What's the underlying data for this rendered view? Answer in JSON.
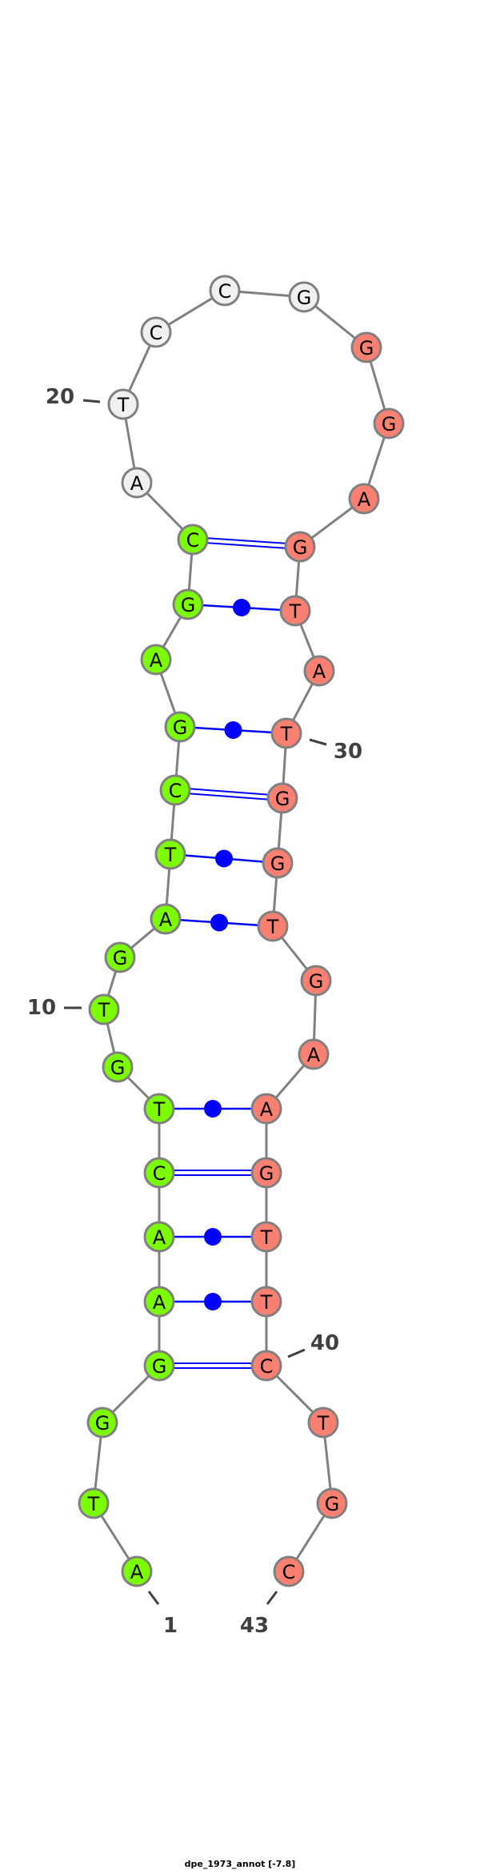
{
  "title": "dpe_1973_annot [-7.8]",
  "sequence": [
    "A",
    "T",
    "G",
    "G",
    "A",
    "A",
    "C",
    "T",
    "G",
    "T",
    "G",
    "A",
    "T",
    "C",
    "G",
    "A",
    "G",
    "C",
    "A",
    "T",
    "C",
    "C",
    "G",
    "G",
    "G",
    "A",
    "G",
    "T",
    "A",
    "T",
    "G",
    "G",
    "T",
    "G",
    "A",
    "A",
    "G",
    "T",
    "T",
    "C",
    "T",
    "G",
    "C"
  ],
  "regions": [
    {
      "from": 1,
      "to": 18,
      "color": "#7cfc00"
    },
    {
      "from": 19,
      "to": 23,
      "color": "#f0f0f0"
    },
    {
      "from": 24,
      "to": 43,
      "color": "#fa8072"
    }
  ],
  "pairs": [
    {
      "i": 4,
      "j": 40,
      "type": "GC"
    },
    {
      "i": 5,
      "j": 39,
      "type": "AT"
    },
    {
      "i": 6,
      "j": 38,
      "type": "AT"
    },
    {
      "i": 7,
      "j": 37,
      "type": "GC"
    },
    {
      "i": 8,
      "j": 36,
      "type": "AT"
    },
    {
      "i": 12,
      "j": 33,
      "type": "AT"
    },
    {
      "i": 13,
      "j": 32,
      "type": "GT"
    },
    {
      "i": 14,
      "j": 31,
      "type": "GC"
    },
    {
      "i": 15,
      "j": 30,
      "type": "GT"
    },
    {
      "i": 17,
      "j": 28,
      "type": "GT"
    },
    {
      "i": 18,
      "j": 27,
      "type": "GC"
    }
  ],
  "position_labels": [
    "1",
    "10",
    "20",
    "30",
    "40",
    "43"
  ],
  "colors": {
    "backbone": "#808080",
    "pair": "#0000ff",
    "label": "#404040"
  }
}
